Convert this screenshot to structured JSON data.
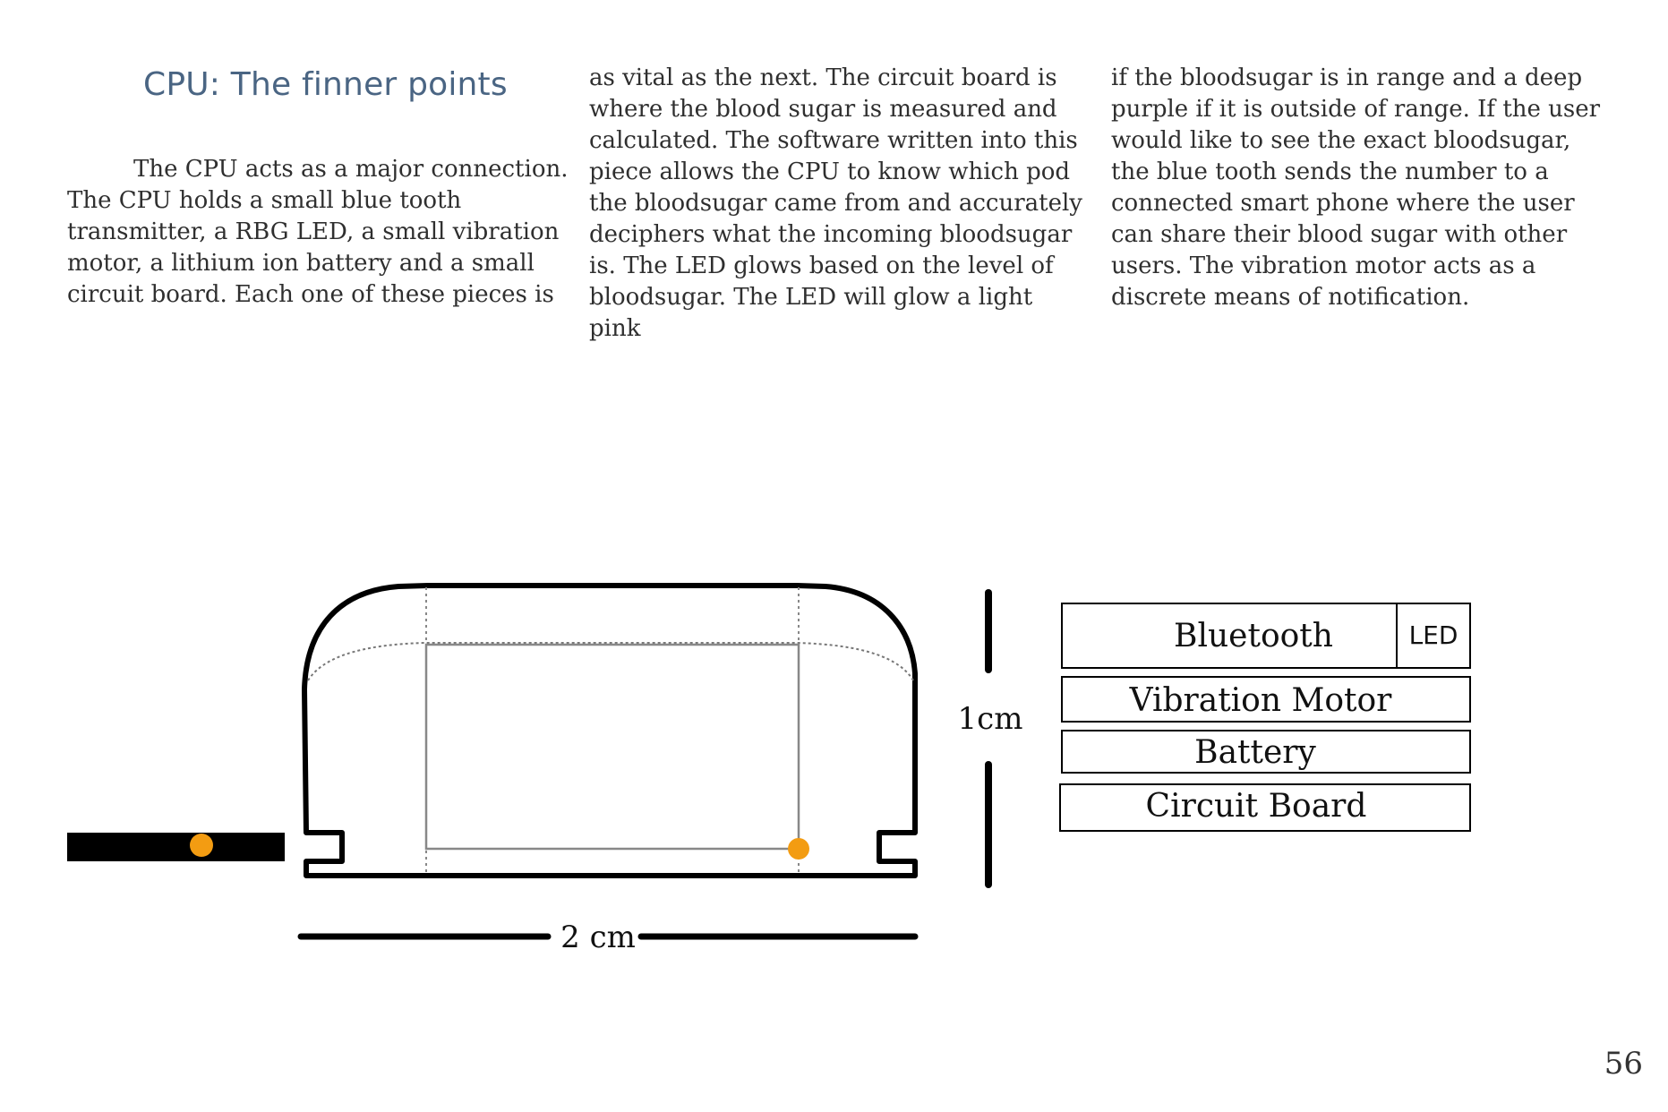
{
  "page": {
    "title": "CPU: The finner points",
    "paragraph_col1": "The CPU acts as a major connection. The CPU holds a small blue tooth transmitter, a RBG LED, a small vibration motor, a lithium ion battery and a small circuit board. Each one of these pieces is",
    "paragraph_col2": "as vital as the next. The circuit board is where the blood sugar is measured and calculated. The software written into this piece allows the CPU to know which pod the bloodsugar came from and accurately deciphers what the incoming bloodsugar is. The LED glows based on the level of bloodsugar. The LED will glow a light pink",
    "paragraph_col3": "if the bloodsugar is in range and a deep purple if it is outside of range. If the user would like to see the exact bloodsugar, the blue tooth sends the number to a connected smart phone where the user can share their blood sugar with other users. The vibration motor acts as a discrete means of notification.",
    "page_number": "56"
  },
  "diagram": {
    "width_label": "2 cm",
    "height_label": "1cm",
    "components": {
      "bluetooth": "Bluetooth",
      "led": "LED",
      "vibration_motor": "Vibration Motor",
      "battery": "Battery",
      "circuit_board": "Circuit Board"
    },
    "colors": {
      "outline": "#000000",
      "inner_frame": "#888888",
      "led_dot": "#f39c12",
      "title": "#4a6583"
    }
  }
}
